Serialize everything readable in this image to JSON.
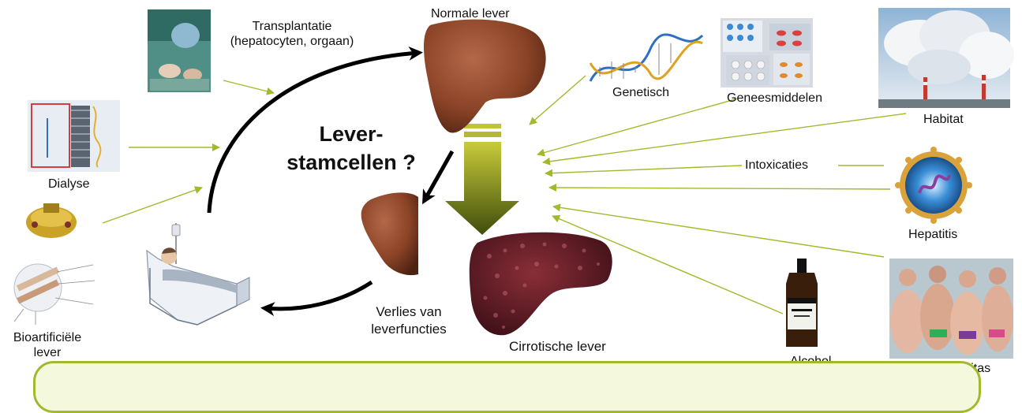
{
  "labels": {
    "normale_lever": "Normale lever",
    "transplantatie_1": "Transplantatie",
    "transplantatie_2": "(hepatocyten, orgaan)",
    "dialyse": "Dialyse",
    "bioartificiele_1": "Bioartificiële",
    "bioartificiele_2": "lever",
    "stamcellen_1": "Lever-",
    "stamcellen_2": "stamcellen ?",
    "verlies_1": "Verlies van",
    "verlies_2": "leverfuncties",
    "cirrotische_lever": "Cirrotische lever",
    "genetisch": "Genetisch",
    "geneesmiddelen": "Geneesmiddelen",
    "habitat": "Habitat",
    "intoxicaties": "Intoxicaties",
    "hepatitis": "Hepatitis",
    "alcohol": "Alcohol",
    "obesitas": "Obesitas"
  },
  "colors": {
    "connector": "#a4b82e",
    "cycle_arrow": "#000000",
    "big_arrow_top": "#c0c435",
    "big_arrow_bottom": "#4b5a12",
    "liver": "#8a4326",
    "cirrhotic_liver": "#5a1a22",
    "infobox_border": "#a4b82e"
  }
}
